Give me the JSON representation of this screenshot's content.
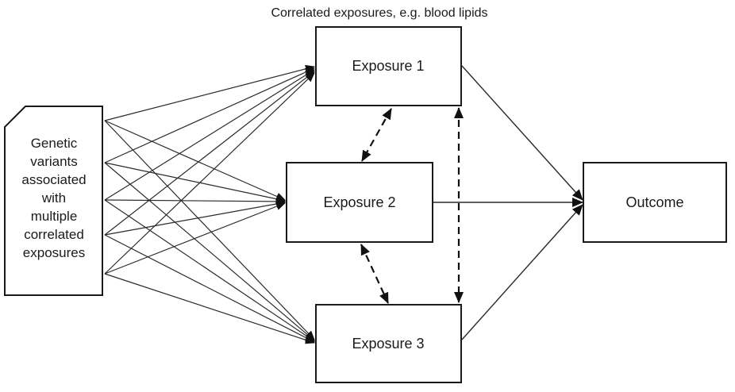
{
  "title": "Correlated exposures, e.g. blood lipids",
  "genetic_variants": {
    "lines": [
      "Genetic",
      "variants",
      "associated",
      "with",
      "multiple",
      "correlated",
      "exposures"
    ]
  },
  "nodes": {
    "exposure_1": "Exposure 1",
    "exposure_2": "Exposure 2",
    "exposure_3": "Exposure 3",
    "outcome": "Outcome"
  },
  "colors": {
    "stroke": "#1a1a1a",
    "background": "#ffffff"
  }
}
